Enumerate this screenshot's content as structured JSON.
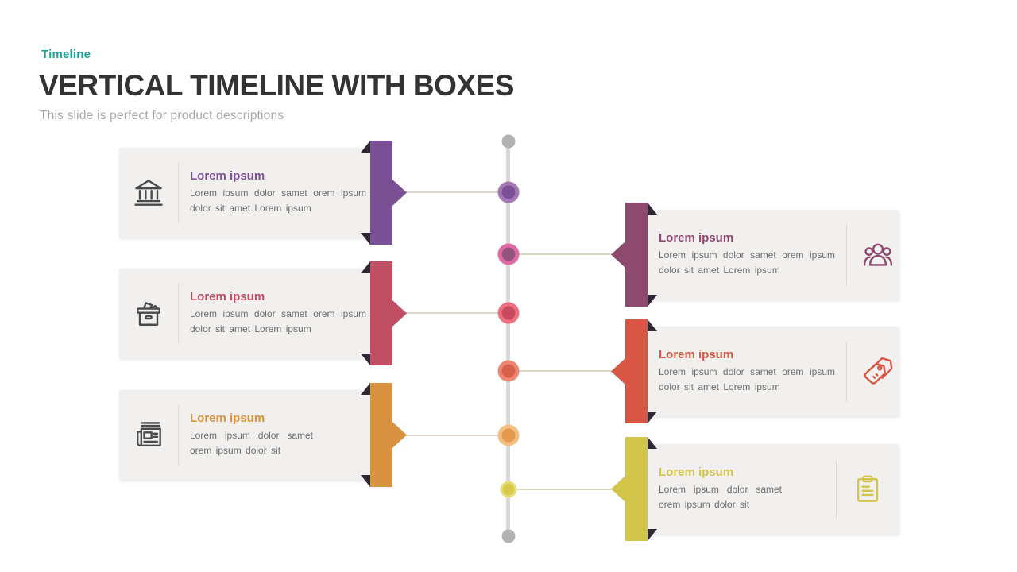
{
  "slide": {
    "kicker": "Timeline",
    "title": "VERTICAL TIMELINE WITH BOXES",
    "subtitle": "This slide is perfect for product descriptions",
    "colors": {
      "kicker": "#19a394",
      "title": "#333333",
      "subtitle": "#a8a8a8",
      "box_bg": "#f1f0ef",
      "timeline_line": "#d9d9d9",
      "connector": "#ddd7c5",
      "left_icon": "#4a4a4a",
      "body_text": "#6e6e6e"
    }
  },
  "boxes": [
    {
      "position": "left-top",
      "icon": "bank-icon",
      "accent": "#7c5094",
      "title": "Lorem ipsum",
      "body": "Lorem ipsum dolor samet orem ipsum dolor sit amet Lorem ipsum"
    },
    {
      "position": "left-middle",
      "icon": "donation-box-icon",
      "accent": "#c04f63",
      "title": "Lorem ipsum",
      "body": "Lorem ipsum dolor samet orem ipsum dolor sit amet Lorem ipsum"
    },
    {
      "position": "left-bottom",
      "icon": "newspaper-icon",
      "accent": "#d9923f",
      "title": "Lorem ipsum",
      "body": "Lorem ipsum dolor samet orem ipsum dolor sit"
    },
    {
      "position": "right-top",
      "icon": "people-icon",
      "accent": "#8d4a6e",
      "title": "Lorem ipsum",
      "body": "Lorem ipsum dolor samet orem ipsum dolor sit amet Lorem ipsum"
    },
    {
      "position": "right-middle",
      "icon": "tags-icon",
      "accent": "#d85744",
      "title": "Lorem ipsum",
      "body": "Lorem ipsum dolor samet orem ipsum dolor sit amet Lorem ipsum"
    },
    {
      "position": "right-bottom",
      "icon": "clipboard-icon",
      "accent": "#d3c44a",
      "title": "Lorem ipsum",
      "body": "Lorem ipsum dolor samet orem ipsum dolor sit"
    }
  ],
  "timeline": {
    "dots": [
      {
        "name": "start-endpoint",
        "ring": "#b2b2b2",
        "core": "#b2b2b2"
      },
      {
        "name": "step-1-purple",
        "ring": "#a478b5",
        "core": "#7c5094"
      },
      {
        "name": "step-2-plum",
        "ring": "#e06ba4",
        "core": "#96537d"
      },
      {
        "name": "step-3-red",
        "ring": "#ee6f7f",
        "core": "#c84a5f"
      },
      {
        "name": "step-4-coral",
        "ring": "#ee8672",
        "core": "#d6604c"
      },
      {
        "name": "step-5-orange",
        "ring": "#f4bd80",
        "core": "#e39a4d"
      },
      {
        "name": "step-6-yellow",
        "ring": "#e6e07c",
        "core": "#d6c94b"
      },
      {
        "name": "end-endpoint",
        "ring": "#b2b2b2",
        "core": "#b2b2b2"
      }
    ]
  }
}
